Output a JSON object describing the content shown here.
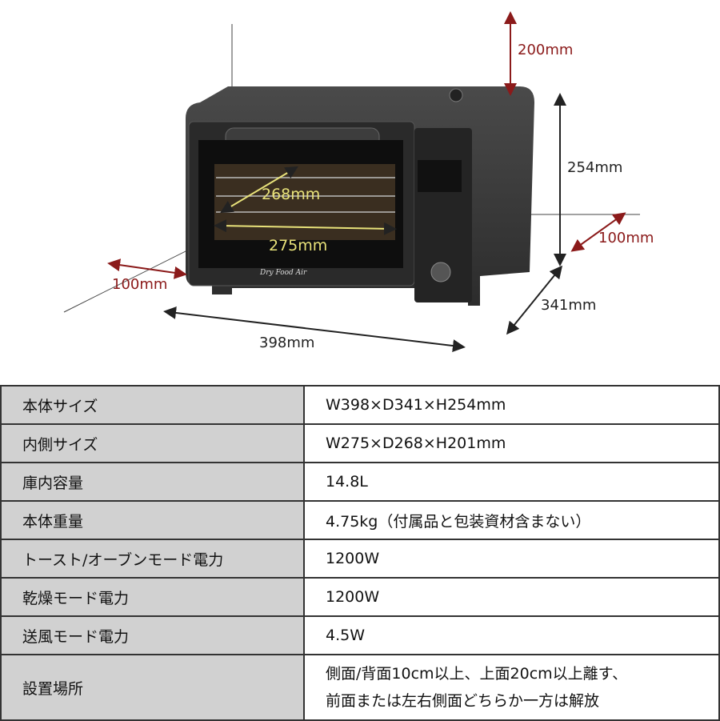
{
  "dimensions": {
    "top_clearance": "200mm",
    "height": "254mm",
    "side_clearance_right": "100mm",
    "side_clearance_left": "100mm",
    "depth": "341mm",
    "width": "398mm",
    "inner_depth": "268mm",
    "inner_width": "275mm"
  },
  "product": {
    "logo": "Dry Food Air"
  },
  "colors": {
    "clearance_arrow": "#8b1a1a",
    "dimension_arrow": "#222222",
    "inner_label": "#e8e27a",
    "label_cell_bg": "#d1d1d1"
  },
  "spec_table": [
    {
      "label": "本体サイズ",
      "value": "W398×D341×H254mm"
    },
    {
      "label": "内側サイズ",
      "value": "W275×D268×H201mm"
    },
    {
      "label": "庫内容量",
      "value": "14.8L"
    },
    {
      "label": "本体重量",
      "value": "4.75kg（付属品と包装資材含まない）"
    },
    {
      "label": "トースト/オーブンモード電力",
      "value": "1200W"
    },
    {
      "label": "乾燥モード電力",
      "value": "1200W"
    },
    {
      "label": "送風モード電力",
      "value": "4.5W"
    },
    {
      "label": "設置場所",
      "value_lines": [
        "側面/背面10cm以上、上面20cm以上離す、",
        "前面または左右側面どちらか一方は解放"
      ]
    }
  ]
}
